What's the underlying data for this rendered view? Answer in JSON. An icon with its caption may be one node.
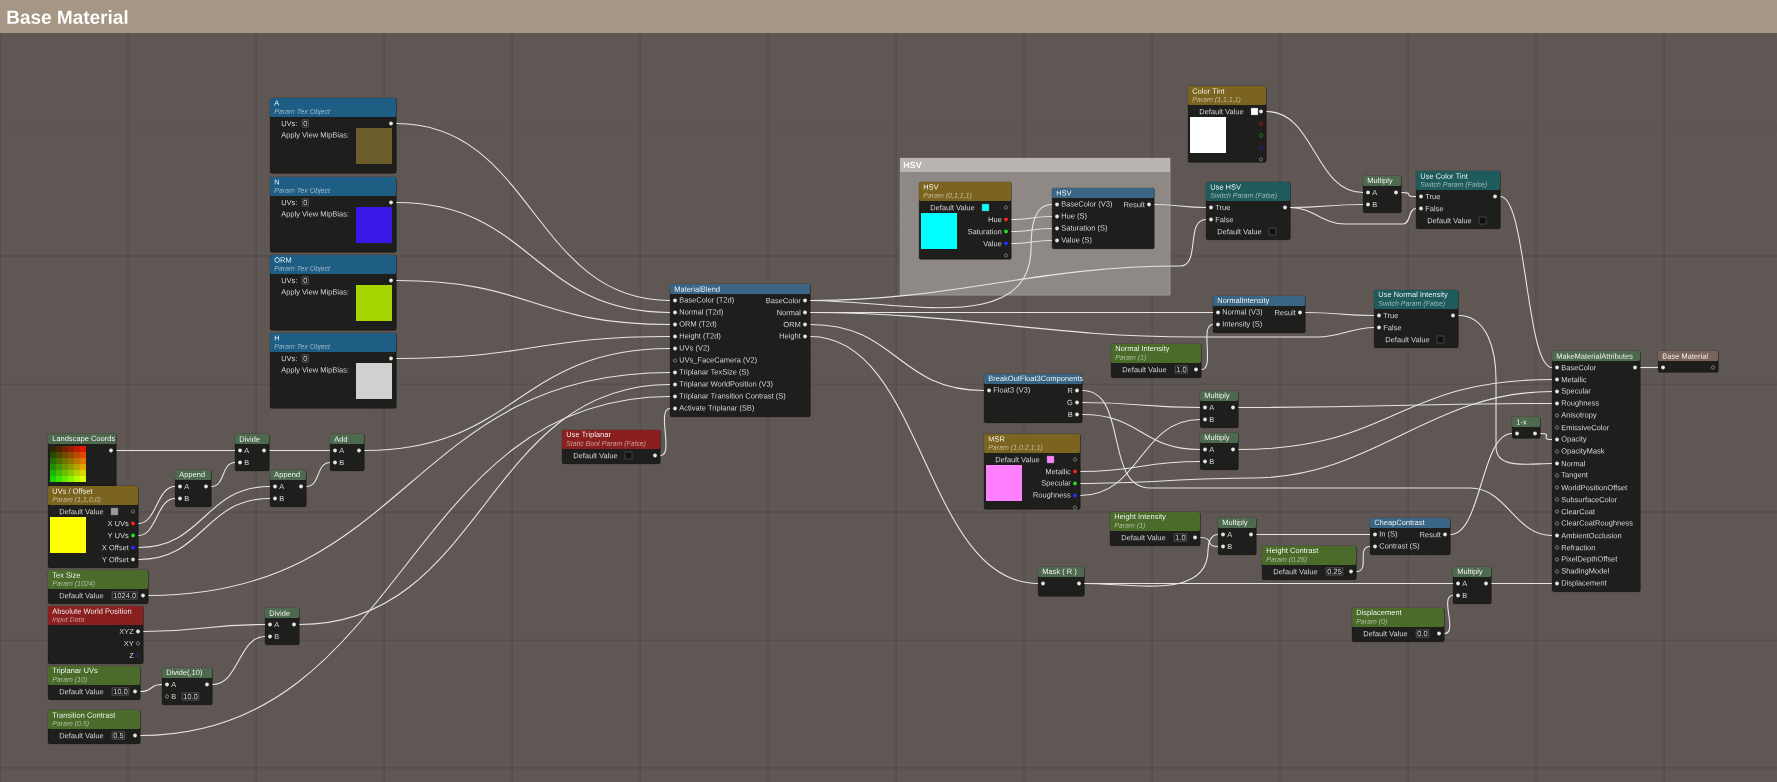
{
  "diagram": {
    "title": "Base Material",
    "nodes": [
      {
        "text": [
          "A",
          "Param Tex Object",
          "UVs:",
          "0",
          "Apply View MipBias:"
        ]
      },
      {
        "text": [
          "N",
          "Param Tex Object",
          "UVs:",
          "0",
          "Apply View MipBias:"
        ]
      },
      {
        "text": [
          "ORM",
          "Param Tex Object",
          "UVs:",
          "0",
          "Apply View MipBias:"
        ]
      },
      {
        "text": [
          "H",
          "Param Tex Object",
          "UVs:",
          "0",
          "Apply View MipBias:"
        ]
      },
      {
        "text": [
          "Landscape Coords"
        ]
      },
      {
        "text": [
          "Divide",
          "A",
          "B"
        ]
      },
      {
        "text": [
          "Add",
          "A",
          "B"
        ]
      },
      {
        "text": [
          "Append",
          "A",
          "B"
        ]
      },
      {
        "text": [
          "Append",
          "A",
          "B"
        ]
      },
      {
        "text": [
          "UVs / Offset",
          "Param (1,1,0,0)",
          "Default Value",
          "X UVs",
          "Y UVs",
          "X Offset",
          "Y Offset"
        ]
      },
      {
        "text": [
          "Tex Size",
          "Param (1024)",
          "Default Value",
          "1024.0"
        ]
      },
      {
        "text": [
          "Absolute World Position",
          "Input Data",
          "XYZ",
          "XY",
          "Z"
        ]
      },
      {
        "text": [
          "Divide",
          "A",
          "B"
        ]
      },
      {
        "text": [
          "Triplanar UVs",
          "Param (10)",
          "Default Value",
          "10.0"
        ]
      },
      {
        "text": [
          "Divide(,10)",
          "A",
          "B",
          "10.0"
        ]
      },
      {
        "text": [
          "Transition Contrast",
          "Param (0.5)",
          "Default Value",
          "0.5"
        ]
      },
      {
        "text": [
          "MaterialBlend",
          "BaseColor (T2d)",
          "Normal (T2d)",
          "ORM (T2d)",
          "Height (T2d)",
          "UVs (V2)",
          "UVs_FaceCamera (V2)",
          "Triplanar TexSize (S)",
          "Triplanar WorldPosition (V3)",
          "Triplanar Transition Contrast (S)",
          "Activate Triplanar (SB)",
          "BaseColor",
          "Normal",
          "ORM",
          "Height"
        ]
      },
      {
        "text": [
          "Use Triplanar",
          "Static Bool Param (False)",
          "Default Value"
        ]
      },
      {
        "text": [
          "HSV"
        ]
      },
      {
        "text": [
          "HSV",
          "Param (0,1,1,1)",
          "Default Value",
          "Hue",
          "Saturation",
          "Value"
        ],
        "in": 18
      },
      {
        "text": [
          "HSV",
          "BaseColor (V3)",
          "Result",
          "Hue (S)",
          "Saturation (S)",
          "Value (S)"
        ],
        "in": 18
      },
      {
        "text": [
          "Color Tint",
          "Param (1,1,1,1)",
          "Default Value"
        ]
      },
      {
        "text": [
          "Use HSV",
          "Switch Param (False)",
          "True",
          "False",
          "Default Value"
        ]
      },
      {
        "text": [
          "Multiply",
          "A",
          "B"
        ]
      },
      {
        "text": [
          "Use Color Tint",
          "Switch Param (False)",
          "True",
          "False",
          "Default Value"
        ]
      },
      {
        "text": [
          "NormalIntensity",
          "Normal (V3)",
          "Result",
          "Intensity (S)"
        ]
      },
      {
        "text": [
          "Normal Intensity",
          "Param (1)",
          "Default Value",
          "1.0"
        ]
      },
      {
        "text": [
          "Use Normal Intensity",
          "Switch Param (False)",
          "True",
          "False",
          "Default Value"
        ]
      },
      {
        "text": [
          "BreakOutFloat3Components",
          "Float3 (V3)",
          "R",
          "G",
          "B"
        ]
      },
      {
        "text": [
          "MSR",
          "Param (1,0.2,1,1)",
          "Default Value",
          "Metallic",
          "Specular",
          "Roughness"
        ]
      },
      {
        "text": [
          "Multiply",
          "A",
          "B"
        ]
      },
      {
        "text": [
          "Multiply",
          "A",
          "B"
        ]
      },
      {
        "text": [
          "Height Intensity",
          "Param (1)",
          "Default Value",
          "1.0"
        ]
      },
      {
        "text": [
          "Multiply",
          "A",
          "B"
        ]
      },
      {
        "text": [
          "Height Contrast",
          "Param (0.25)",
          "Default Value",
          "0.25"
        ]
      },
      {
        "text": [
          "CheapContrast",
          "In (S)",
          "Result",
          "Contrast (S)"
        ]
      },
      {
        "text": [
          "Mask ( R )"
        ]
      },
      {
        "text": [
          "Multiply",
          "A",
          "B"
        ]
      },
      {
        "text": [
          "Displacement",
          "Param (0)",
          "Default Value",
          "0.0"
        ]
      },
      {
        "text": [
          "1-x"
        ]
      },
      {
        "text": [
          "MakeMaterialAttributes",
          "BaseColor",
          "Metallic",
          "Specular",
          "Roughness",
          "Anisotropy",
          "EmissiveColor",
          "Opacity",
          "OpacityMask",
          "Normal",
          "Tangent",
          "WorldPositionOffset",
          "SubsurfaceColor",
          "ClearCoat",
          "ClearCoatRoughness",
          "AmbientOcclusion",
          "Refraction",
          "PixelDepthOffset",
          "ShadingModel",
          "Displacement"
        ]
      },
      {
        "text": [
          "Base Material"
        ]
      }
    ],
    "edges": [
      {
        "from": 0,
        "to": 16,
        "arrow": "none"
      },
      {
        "from": 1,
        "to": 16,
        "arrow": "none"
      },
      {
        "from": 2,
        "to": 16,
        "arrow": "none"
      },
      {
        "from": 3,
        "to": 16,
        "arrow": "none"
      },
      {
        "from": 4,
        "to": 5,
        "arrow": "none"
      },
      {
        "from": 9,
        "to": 7,
        "arrow": "none"
      },
      {
        "from": 9,
        "to": 7,
        "arrow": "none"
      },
      {
        "from": 9,
        "to": 8,
        "arrow": "none"
      },
      {
        "from": 9,
        "to": 8,
        "arrow": "none"
      },
      {
        "from": 7,
        "to": 5,
        "arrow": "none"
      },
      {
        "from": 5,
        "to": 6,
        "arrow": "none"
      },
      {
        "from": 8,
        "to": 6,
        "arrow": "none"
      },
      {
        "from": 6,
        "to": 16,
        "arrow": "none"
      },
      {
        "from": 10,
        "to": 16,
        "arrow": "none"
      },
      {
        "from": 11,
        "to": 12,
        "arrow": "none"
      },
      {
        "from": 13,
        "to": 14,
        "arrow": "none"
      },
      {
        "from": 14,
        "to": 12,
        "arrow": "none"
      },
      {
        "from": 12,
        "to": 16,
        "arrow": "none"
      },
      {
        "from": 15,
        "to": 16,
        "arrow": "none"
      },
      {
        "from": 17,
        "to": 16,
        "arrow": "none"
      },
      {
        "from": 16,
        "to": 20,
        "arrow": "none"
      },
      {
        "from": 16,
        "to": 22,
        "arrow": "none"
      },
      {
        "from": 19,
        "to": 20,
        "arrow": "none"
      },
      {
        "from": 19,
        "to": 20,
        "arrow": "none"
      },
      {
        "from": 19,
        "to": 20,
        "arrow": "none"
      },
      {
        "from": 20,
        "to": 22,
        "arrow": "none"
      },
      {
        "from": 21,
        "to": 23,
        "arrow": "none"
      },
      {
        "from": 22,
        "to": 23,
        "arrow": "none"
      },
      {
        "from": 22,
        "to": 24,
        "arrow": "none"
      },
      {
        "from": 23,
        "to": 24,
        "arrow": "none"
      },
      {
        "from": 24,
        "to": 40,
        "arrow": "none"
      },
      {
        "from": 16,
        "to": 25,
        "arrow": "none"
      },
      {
        "from": 16,
        "to": 27,
        "arrow": "none"
      },
      {
        "from": 26,
        "to": 25,
        "arrow": "none"
      },
      {
        "from": 25,
        "to": 27,
        "arrow": "none"
      },
      {
        "from": 27,
        "to": 40,
        "arrow": "none"
      },
      {
        "from": 16,
        "to": 28,
        "arrow": "none"
      },
      {
        "from": 16,
        "to": 36,
        "arrow": "none"
      },
      {
        "from": 28,
        "to": 40,
        "arrow": "none"
      },
      {
        "from": 28,
        "to": 30,
        "arrow": "none"
      },
      {
        "from": 28,
        "to": 31,
        "arrow": "none"
      },
      {
        "from": 29,
        "to": 31,
        "arrow": "none"
      },
      {
        "from": 29,
        "to": 40,
        "arrow": "none"
      },
      {
        "from": 29,
        "to": 30,
        "arrow": "none"
      },
      {
        "from": 30,
        "to": 40,
        "arrow": "none"
      },
      {
        "from": 31,
        "to": 40,
        "arrow": "none"
      },
      {
        "from": 36,
        "to": 33,
        "arrow": "none"
      },
      {
        "from": 32,
        "to": 33,
        "arrow": "none"
      },
      {
        "from": 33,
        "to": 35,
        "arrow": "none"
      },
      {
        "from": 34,
        "to": 35,
        "arrow": "none"
      },
      {
        "from": 35,
        "to": 39,
        "arrow": "none"
      },
      {
        "from": 39,
        "to": 40,
        "arrow": "none"
      },
      {
        "from": 36,
        "to": 37,
        "arrow": "none"
      },
      {
        "from": 38,
        "to": 37,
        "arrow": "none"
      },
      {
        "from": 37,
        "to": 40,
        "arrow": "none"
      },
      {
        "from": 40,
        "to": 41,
        "arrow": "none"
      }
    ]
  }
}
